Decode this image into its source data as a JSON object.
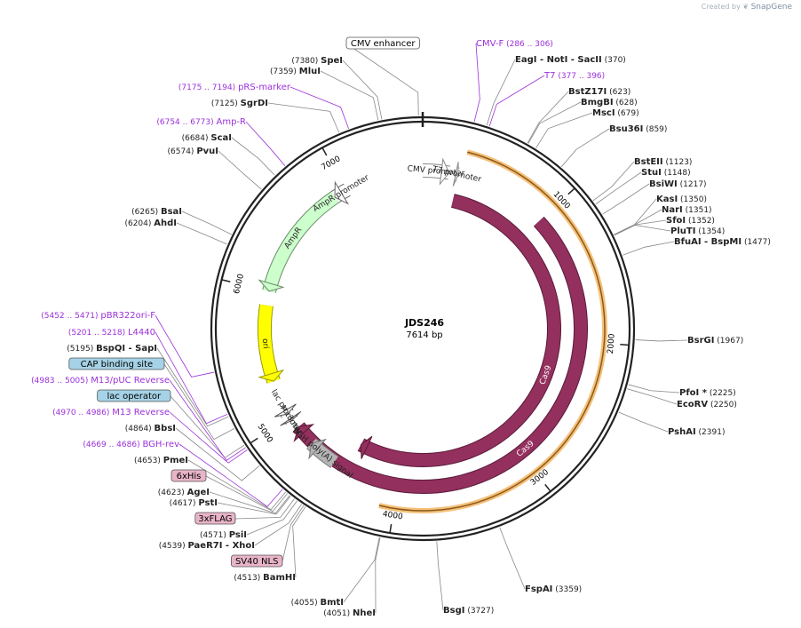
{
  "credit": {
    "prefix": "Created by",
    "brand": "SnapGene"
  },
  "plasmid": {
    "name": "JDS246",
    "length_bp": 7614,
    "size_label": "7614 bp"
  },
  "ticks": [
    {
      "bp": 1000,
      "label": "1000"
    },
    {
      "bp": 2000,
      "label": "2000"
    },
    {
      "bp": 3000,
      "label": "3000"
    },
    {
      "bp": 4000,
      "label": "4000"
    },
    {
      "bp": 5000,
      "label": "5000"
    },
    {
      "bp": 6000,
      "label": "6000"
    },
    {
      "bp": 7000,
      "label": "7000"
    }
  ],
  "features": [
    {
      "name": "CMV promoter",
      "start": 1,
      "end": 204,
      "strand": 1,
      "ring": 0,
      "color": "#ffffff",
      "stroke": "#888888"
    },
    {
      "name": "T7 promoter",
      "start": 255,
      "end": 273,
      "strand": 1,
      "ring": 0,
      "color": "#ffffff",
      "stroke": "#888888"
    },
    {
      "name": "Cas9",
      "start": 280,
      "end": 4400,
      "strand": 1,
      "ring": 1,
      "color": "#93305e",
      "stroke": "#5a1a3a"
    },
    {
      "name": "Cas9",
      "start": 1000,
      "end": 4900,
      "strand": 1,
      "ring": 2,
      "color": "#93305e",
      "stroke": "#5a1a3a"
    },
    {
      "name": "bGH poly(A) signal",
      "start": 4515,
      "end": 4740,
      "strand": 1,
      "ring": 0,
      "color": "#b4b4b4",
      "stroke": "#777777"
    },
    {
      "name": "M13 rev",
      "start": 4970,
      "end": 4986,
      "strand": -1,
      "ring": 0,
      "color": "#ffffff",
      "stroke": "#555555"
    },
    {
      "name": "lac promoter",
      "start": 5029,
      "end": 5060,
      "strand": -1,
      "ring": 0,
      "color": "#ffffff",
      "stroke": "#555555"
    },
    {
      "name": "ori",
      "start": 5300,
      "end": 5890,
      "strand": -1,
      "ring": 0,
      "color": "#ffff00",
      "stroke": "#999900"
    },
    {
      "name": "AmpR",
      "start": 6000,
      "end": 6900,
      "strand": -1,
      "ring": 0,
      "color": "#ccffcc",
      "stroke": "#6b8e6b"
    },
    {
      "name": "AmpR promoter",
      "start": 6900,
      "end": 7010,
      "strand": -1,
      "ring": 0,
      "color": "#ffffff",
      "stroke": "#666666"
    }
  ],
  "outer_labels": [
    {
      "bp": 7380,
      "name": "SpeI",
      "pos": "(7380)",
      "kind": "enzyme",
      "side": "left"
    },
    {
      "bp": 7359,
      "name": "MluI",
      "pos": "(7359)",
      "kind": "enzyme",
      "side": "left"
    },
    {
      "bp": 7184,
      "name": "pRS-marker",
      "pos": "(7175 .. 7194)",
      "kind": "primer",
      "side": "left"
    },
    {
      "bp": 7125,
      "name": "SgrDI",
      "pos": "(7125)",
      "kind": "enzyme",
      "side": "left"
    },
    {
      "bp": 6763,
      "name": "Amp-R",
      "pos": "(6754 .. 6773)",
      "kind": "primer",
      "side": "left"
    },
    {
      "bp": 6684,
      "name": "ScaI",
      "pos": "(6684)",
      "kind": "enzyme",
      "side": "left"
    },
    {
      "bp": 6574,
      "name": "PvuI",
      "pos": "(6574)",
      "kind": "enzyme",
      "side": "left"
    },
    {
      "bp": 6265,
      "name": "BsaI",
      "pos": "(6265)",
      "kind": "enzyme",
      "side": "left"
    },
    {
      "bp": 6204,
      "name": "AhdI",
      "pos": "(6204)",
      "kind": "enzyme",
      "side": "left"
    },
    {
      "bp": 5461,
      "name": "pBR322ori-F",
      "pos": "(5452 .. 5471)",
      "kind": "primer",
      "side": "left"
    },
    {
      "bp": 5210,
      "name": "L4440",
      "pos": "(5201 .. 5218)",
      "kind": "primer",
      "side": "left"
    },
    {
      "bp": 5195,
      "name": "BspQI",
      "name2": "SapI",
      "pos": "(5195)",
      "kind": "enzyme",
      "side": "left"
    },
    {
      "bp": 5120,
      "name": "CAP binding site",
      "kind": "feature_box",
      "color": "#a5d2e6",
      "side": "left"
    },
    {
      "bp": 4994,
      "name": "M13/pUC Reverse",
      "pos": "(4983 .. 5005)",
      "kind": "primer",
      "side": "left"
    },
    {
      "bp": 5010,
      "name": "lac operator",
      "kind": "feature_box",
      "color": "#a5d2e6",
      "side": "left"
    },
    {
      "bp": 4978,
      "name": "M13 Reverse",
      "pos": "(4970 .. 4986)",
      "kind": "primer",
      "side": "left"
    },
    {
      "bp": 4864,
      "name": "BbsI",
      "pos": "(4864)",
      "kind": "enzyme",
      "side": "left"
    },
    {
      "bp": 4677,
      "name": "BGH-rev",
      "pos": "(4669 .. 4686)",
      "kind": "primer",
      "side": "left"
    },
    {
      "bp": 4653,
      "name": "PmeI",
      "pos": "(4653)",
      "kind": "enzyme",
      "side": "left"
    },
    {
      "bp": 4640,
      "name": "6xHis",
      "kind": "feature_box",
      "color": "#e8b4c8",
      "side": "left"
    },
    {
      "bp": 4623,
      "name": "AgeI",
      "pos": "(4623)",
      "kind": "enzyme",
      "side": "left"
    },
    {
      "bp": 4617,
      "name": "PstI",
      "pos": "(4617)",
      "kind": "enzyme",
      "side": "left"
    },
    {
      "bp": 4590,
      "name": "3xFLAG",
      "kind": "feature_box",
      "color": "#e8b4c8",
      "side": "left"
    },
    {
      "bp": 4571,
      "name": "PsiI",
      "pos": "(4571)",
      "kind": "enzyme",
      "side": "left"
    },
    {
      "bp": 4539,
      "name": "PaeR7I",
      "name2": "XhoI",
      "pos": "(4539)",
      "kind": "enzyme",
      "side": "left"
    },
    {
      "bp": 4525,
      "name": "SV40 NLS",
      "kind": "feature_box",
      "color": "#e8b4c8",
      "side": "left"
    },
    {
      "bp": 4513,
      "name": "BamHI",
      "pos": "(4513)",
      "kind": "enzyme",
      "side": "left"
    },
    {
      "bp": 4055,
      "name": "BmtI",
      "pos": "(4055)",
      "kind": "enzyme",
      "side": "left"
    },
    {
      "bp": 4051,
      "name": "NheI",
      "pos": "(4051)",
      "kind": "enzyme",
      "side": "left"
    },
    {
      "bp": 3727,
      "name": "BsgI",
      "pos": "(3727)",
      "kind": "enzyme",
      "side": "right"
    },
    {
      "bp": 3359,
      "name": "FspAI",
      "pos": "(3359)",
      "kind": "enzyme",
      "side": "right"
    },
    {
      "bp": 2391,
      "name": "PshAI",
      "pos": "(2391)",
      "kind": "enzyme",
      "side": "right"
    },
    {
      "bp": 2250,
      "name": "EcoRV",
      "pos": "(2250)",
      "kind": "enzyme",
      "side": "right"
    },
    {
      "bp": 2225,
      "name": "PfoI *",
      "pos": "(2225)",
      "kind": "enzyme",
      "side": "right"
    },
    {
      "bp": 1967,
      "name": "BsrGI",
      "pos": "(1967)",
      "kind": "enzyme",
      "side": "right"
    },
    {
      "bp": 1477,
      "name": "BfuAI",
      "name2": "BspMI",
      "pos": "(1477)",
      "kind": "enzyme",
      "side": "right"
    },
    {
      "bp": 1354,
      "name": "PluTI",
      "pos": "(1354)",
      "kind": "enzyme",
      "side": "right"
    },
    {
      "bp": 1352,
      "name": "SfoI",
      "pos": "(1352)",
      "kind": "enzyme",
      "side": "right"
    },
    {
      "bp": 1351,
      "name": "NarI",
      "pos": "(1351)",
      "kind": "enzyme",
      "side": "right"
    },
    {
      "bp": 1350,
      "name": "KasI",
      "pos": "(1350)",
      "kind": "enzyme",
      "side": "right"
    },
    {
      "bp": 1217,
      "name": "BsiWI",
      "pos": "(1217)",
      "kind": "enzyme",
      "side": "right"
    },
    {
      "bp": 1148,
      "name": "StuI",
      "pos": "(1148)",
      "kind": "enzyme",
      "side": "right"
    },
    {
      "bp": 1123,
      "name": "BstEII",
      "pos": "(1123)",
      "kind": "enzyme",
      "side": "right"
    },
    {
      "bp": 859,
      "name": "Bsu36I",
      "pos": "(859)",
      "kind": "enzyme",
      "side": "right"
    },
    {
      "bp": 679,
      "name": "MscI",
      "pos": "(679)",
      "kind": "enzyme",
      "side": "right"
    },
    {
      "bp": 628,
      "name": "BmgBI",
      "pos": "(628)",
      "kind": "enzyme",
      "side": "right"
    },
    {
      "bp": 623,
      "name": "BstZ17I",
      "pos": "(623)",
      "kind": "enzyme",
      "side": "right"
    },
    {
      "bp": 386,
      "name": "T7",
      "pos": "(377 .. 396)",
      "kind": "primer",
      "side": "right"
    },
    {
      "bp": 370,
      "name": "EagI",
      "name2": "NotI",
      "name3": "SacII",
      "pos": "(370)",
      "kind": "enzyme",
      "side": "right"
    },
    {
      "bp": 296,
      "name": "CMV-F",
      "pos": "(286 .. 306)",
      "kind": "primer",
      "side": "right"
    },
    {
      "bp": 7590,
      "name": "CMV enhancer",
      "kind": "feature_box",
      "color": "#ffffff",
      "side": "top"
    }
  ]
}
